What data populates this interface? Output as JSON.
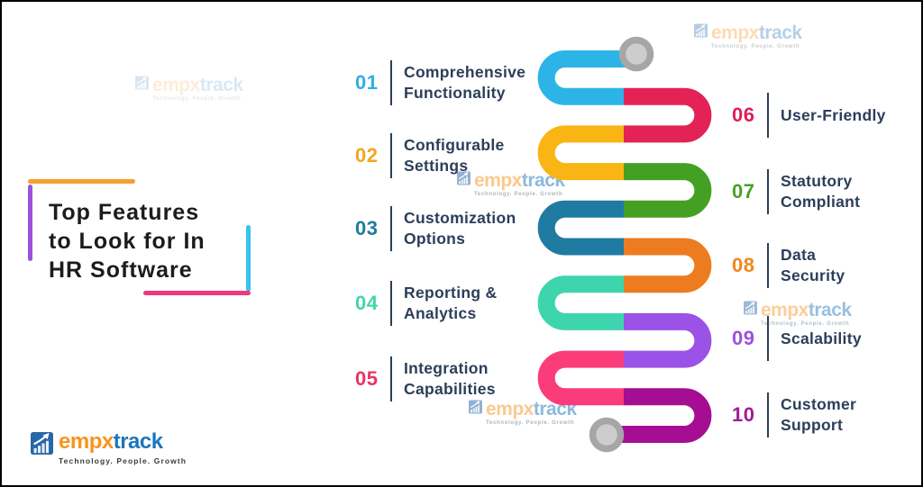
{
  "title": {
    "line1": "Top Features",
    "line2": "to Look for In",
    "line3": "HR Software"
  },
  "deco": {
    "orange": "#f5a12b",
    "purple": "#9b51e0",
    "cyan": "#35c4ec",
    "pink": "#ef377d"
  },
  "features_left": [
    {
      "num": "01",
      "line1": "Comprehensive",
      "line2": "Functionality",
      "color": "#2fafe3"
    },
    {
      "num": "02",
      "line1": "Configurable",
      "line2": "Settings",
      "color": "#f3a71c"
    },
    {
      "num": "03",
      "line1": "Customization",
      "line2": "Options",
      "color": "#207b9e"
    },
    {
      "num": "04",
      "line1": "Reporting &",
      "line2": "Analytics",
      "color": "#41d6ae"
    },
    {
      "num": "05",
      "line1": "Integration",
      "line2": "Capabilities",
      "color": "#ea3463"
    }
  ],
  "features_right": [
    {
      "num": "06",
      "line1": "User-Friendly",
      "line2": "",
      "color": "#d92058"
    },
    {
      "num": "07",
      "line1": "Statutory",
      "line2": "Compliant",
      "color": "#4aa127"
    },
    {
      "num": "08",
      "line1": "Data",
      "line2": "Security",
      "color": "#ee861d"
    },
    {
      "num": "09",
      "line1": "Scalability",
      "line2": "",
      "color": "#9b51e0"
    },
    {
      "num": "10",
      "line1": "Customer",
      "line2": "Support",
      "color": "#a01a97"
    }
  ],
  "snake": {
    "segments": [
      {
        "id": "01",
        "color": "#2db4e6"
      },
      {
        "id": "06",
        "color": "#e32355"
      },
      {
        "id": "02",
        "color": "#f8b513"
      },
      {
        "id": "07",
        "color": "#44a023"
      },
      {
        "id": "03",
        "color": "#1f7ba2"
      },
      {
        "id": "08",
        "color": "#ec7c1f"
      },
      {
        "id": "04",
        "color": "#3ed5ae"
      },
      {
        "id": "09",
        "color": "#9a53e6"
      },
      {
        "id": "05",
        "color": "#fa3c7b"
      },
      {
        "id": "10",
        "color": "#a50d93"
      }
    ],
    "marker": {
      "ring": "#a6a6a6",
      "center": "#cdcdcd"
    }
  },
  "logo": {
    "empx": "empx",
    "track": "track",
    "tagline": "Technology. People. Growth",
    "empx_color": "#f7941e",
    "track_color": "#1c75bc",
    "icon_color": "#2766a8"
  },
  "palette": {
    "text_dark": "#2c3e59",
    "title_color": "#1c1c1c"
  }
}
